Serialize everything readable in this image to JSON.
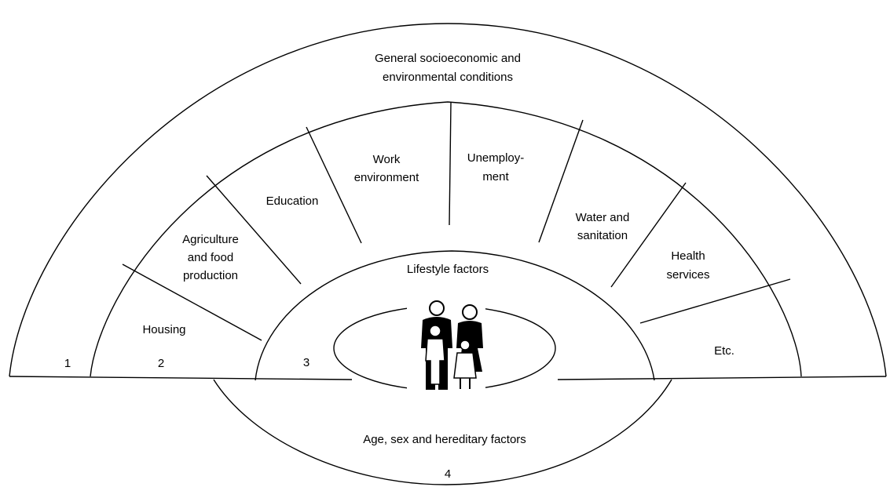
{
  "layers": {
    "outer": {
      "number": "1",
      "label": [
        "General socioeconomic and",
        "environmental conditions"
      ]
    },
    "middle": {
      "number": "2",
      "sectors": [
        {
          "id": "housing",
          "lines": [
            "Housing"
          ]
        },
        {
          "id": "agriculture",
          "lines": [
            "Agriculture",
            "and food",
            "production"
          ]
        },
        {
          "id": "education",
          "lines": [
            "Education"
          ]
        },
        {
          "id": "work",
          "lines": [
            "Work",
            "environment"
          ]
        },
        {
          "id": "unemployment",
          "lines": [
            "Unemploy-",
            "ment"
          ]
        },
        {
          "id": "water",
          "lines": [
            "Water and",
            "sanitation"
          ]
        },
        {
          "id": "health",
          "lines": [
            "Health",
            "services"
          ]
        },
        {
          "id": "etc",
          "lines": [
            "Etc."
          ]
        }
      ]
    },
    "inner": {
      "number": "3",
      "label": "Lifestyle factors"
    },
    "core": {
      "number": "4",
      "label": "Age, sex and hereditary factors",
      "image": "family-icon"
    }
  }
}
